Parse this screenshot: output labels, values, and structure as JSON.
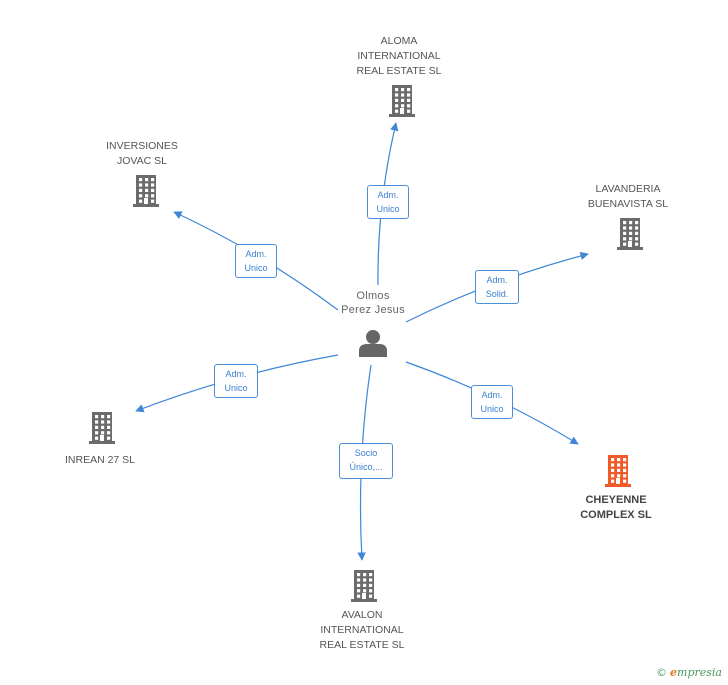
{
  "colors": {
    "edge": "#3f87d6",
    "building": "#6b6b6b",
    "building_highlight": "#ef5a28",
    "person": "#666666"
  },
  "center": {
    "name": "Olmos\nPerez Jesus",
    "icon": "person-icon"
  },
  "nodes": [
    {
      "id": "aloma",
      "name": "ALOMA\nINTERNATIONAL\nREAL ESTATE SL",
      "icon": "building-icon",
      "highlight": false
    },
    {
      "id": "inversiones",
      "name": "INVERSIONES\nJOVAC SL",
      "icon": "building-icon",
      "highlight": false
    },
    {
      "id": "lavanderia",
      "name": "LAVANDERIA\nBUENAVISTA SL",
      "icon": "building-icon",
      "highlight": false
    },
    {
      "id": "inrean",
      "name": "INREAN 27 SL",
      "icon": "building-icon",
      "highlight": false
    },
    {
      "id": "cheyenne",
      "name": "CHEYENNE\nCOMPLEX SL",
      "icon": "building-icon",
      "highlight": true
    },
    {
      "id": "avalon",
      "name": "AVALON\nINTERNATIONAL\nREAL ESTATE SL",
      "icon": "building-icon",
      "highlight": false
    }
  ],
  "edges": [
    {
      "to": "aloma",
      "label": "Adm.\nUnico"
    },
    {
      "to": "inversiones",
      "label": "Adm.\nUnico"
    },
    {
      "to": "lavanderia",
      "label": "Adm.\nSolid."
    },
    {
      "to": "inrean",
      "label": "Adm.\nUnico"
    },
    {
      "to": "cheyenne",
      "label": "Adm.\nUnico"
    },
    {
      "to": "avalon",
      "label": "Socio\nÚnico,..."
    }
  ],
  "footer": {
    "copyright": "©",
    "brand_initial": "e",
    "brand_rest": "mpresia"
  }
}
